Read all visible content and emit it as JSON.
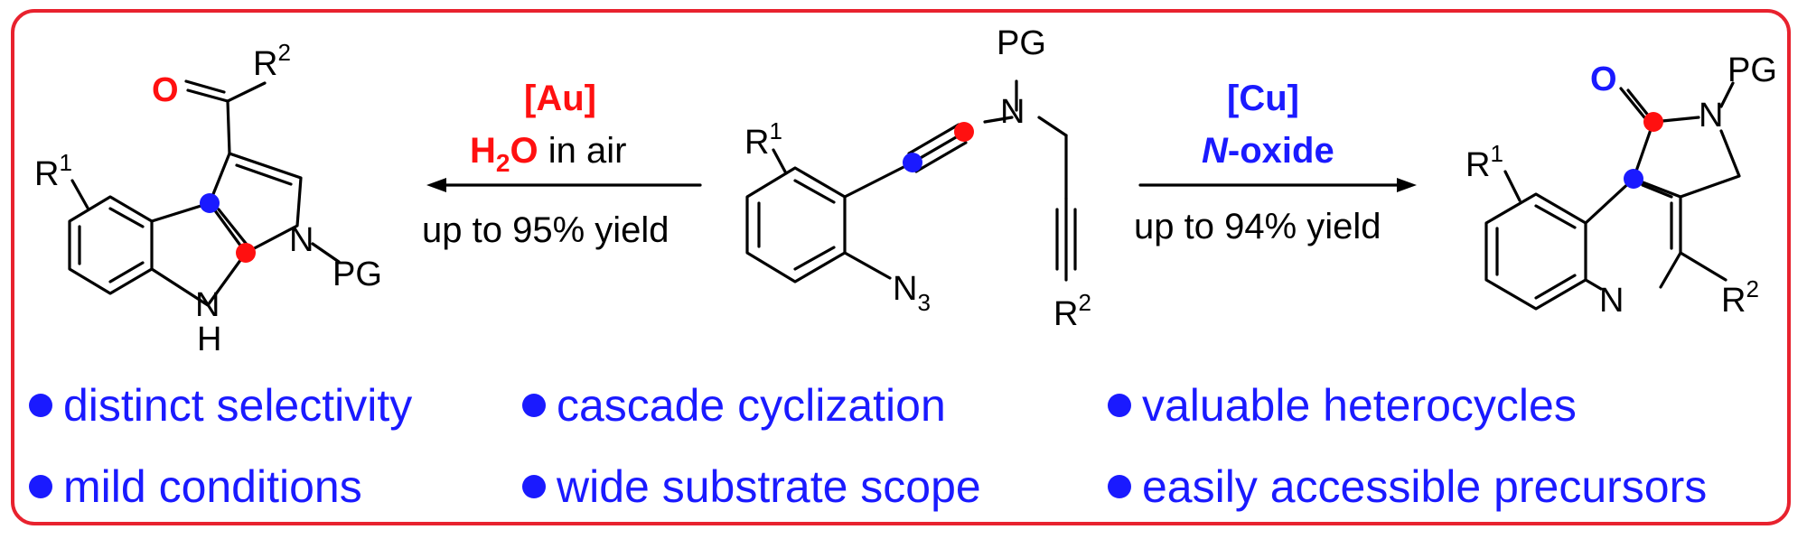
{
  "colors": {
    "frame": "#e8222e",
    "blue": "#1a1aff",
    "red": "#ff1010",
    "black": "#000000"
  },
  "left_reaction": {
    "catalyst": "[Au]",
    "water": "H",
    "water_sub": "2",
    "water_o": "O",
    "air": " in air",
    "yield": "up to 95% yield"
  },
  "right_reaction": {
    "catalyst": "[Cu]",
    "oxide_n": "N",
    "oxide_rest": "-oxide",
    "yield": "up to 94% yield"
  },
  "substrate_labels": {
    "pg": "PG",
    "n": "N",
    "r1": "R",
    "r1_sup": "1",
    "n3": "N",
    "n3_sub": "3",
    "r2": "R",
    "r2_sup": "2"
  },
  "indole_product_labels": {
    "o": "O",
    "r2": "R",
    "r2_sup": "2",
    "r1": "R",
    "r1_sup": "1",
    "n": "N",
    "pg": "PG",
    "nh_n": "N",
    "nh_h": "H"
  },
  "quinoline_product_labels": {
    "o": "O",
    "n": "N",
    "pg": "PG",
    "r1": "R",
    "r1_sup": "1",
    "ring_n": "N",
    "r2": "R",
    "r2_sup": "2"
  },
  "features": [
    [
      "distinct selectivity",
      "mild conditions"
    ],
    [
      "cascade cyclization",
      "wide substrate scope"
    ],
    [
      "valuable heterocycles",
      "easily accessible precursors"
    ]
  ]
}
